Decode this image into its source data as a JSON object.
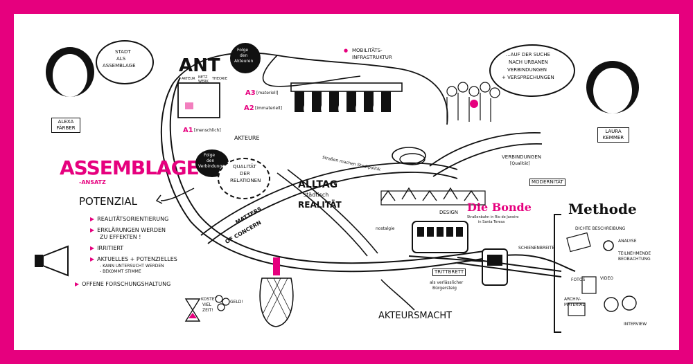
{
  "persons": [
    {
      "name": "ALEXA FÄRBER",
      "bubble": [
        "STADT",
        "ALS",
        "ASSEMBLAGE"
      ]
    },
    {
      "name": "LAURA KEMMER",
      "bubble": [
        "...AUF DER SUCHE",
        "NACH URBANEN",
        "VERBINDUNGEN",
        "+ VERSPRECHUNGEN"
      ]
    }
  ],
  "title": {
    "main": "ASSEMBLAGE",
    "sub": "-ANSATZ"
  },
  "potenzial": {
    "heading": "POTENZIAL",
    "items": [
      "REALITÄTSORIENTIERUNG",
      "ERKLÄRUNGEN WERDEN",
      "ZU EFFEKTEN !",
      "IRRITIERT",
      "AKTUELLES + POTENZIELLES",
      "- KANN UNTERSUCHT WERDEN",
      "- BEKOMMT STIMME",
      "OFFENE FORSCHUNGSHALTUNG"
    ]
  },
  "ant": {
    "label": "ANT",
    "bubble": [
      "Folge",
      "den",
      "Akteuren"
    ],
    "small": [
      "AKTEUR",
      "NETZ",
      "WERK",
      "THEORIE"
    ]
  },
  "actors": [
    "A1",
    "A2",
    "A3"
  ],
  "actor_notes": [
    "[materiell]",
    "[immateriell]",
    "[menschlich]"
  ],
  "labels": {
    "akteure": "AKTEURE",
    "folge_verbindungen": [
      "Folge",
      "den",
      "Verbindungen"
    ],
    "qualitaet": [
      "QUALITÄT",
      "DER",
      "RELATIONEN"
    ],
    "alltag": [
      "ALLTAG",
      "städtisch",
      "REALITÄT"
    ],
    "matters": [
      "MATTERS",
      "OF CONCERN"
    ],
    "strassen": "Straßen machen Stadtpolitik",
    "mobilitaet": [
      "MOBILITÄTS-",
      "INFRASTRUKTUR"
    ],
    "verbindungen": [
      "VERBINDUNGEN",
      "[Qualität]"
    ],
    "modernitaet": "MODERNITÄT",
    "design": "DESIGN",
    "bonde": "Die Bonde",
    "bonde_sub": [
      "Straßenbahn in Rio de Janeiro",
      "in Santa Teresa"
    ],
    "nostalgie": "nostalgie",
    "schienenbreite": "SCHIENENBREITE",
    "trittbrett": "TRITTBRETT",
    "trittbrett_sub": [
      "als verlässlicher",
      "Bürgersteig"
    ],
    "akteursmacht": "AKTEURSMACHT",
    "kostet": [
      "KOSTET",
      "VIEL",
      "ZEIT!"
    ],
    "geld": "GELD!"
  },
  "methode": {
    "heading": "Methode",
    "items": [
      "DICHTE BESCHREIBUNG",
      "ANALYSE",
      "TEILNEHMENDE",
      "BEOBACHTUNG",
      "FOTOS",
      "VIDEO",
      "ARCHIV-",
      "MATERIAL",
      "INTERVIEW"
    ]
  },
  "colors": {
    "accent": "#e6007e",
    "ink": "#111111",
    "paper": "#ffffff"
  }
}
